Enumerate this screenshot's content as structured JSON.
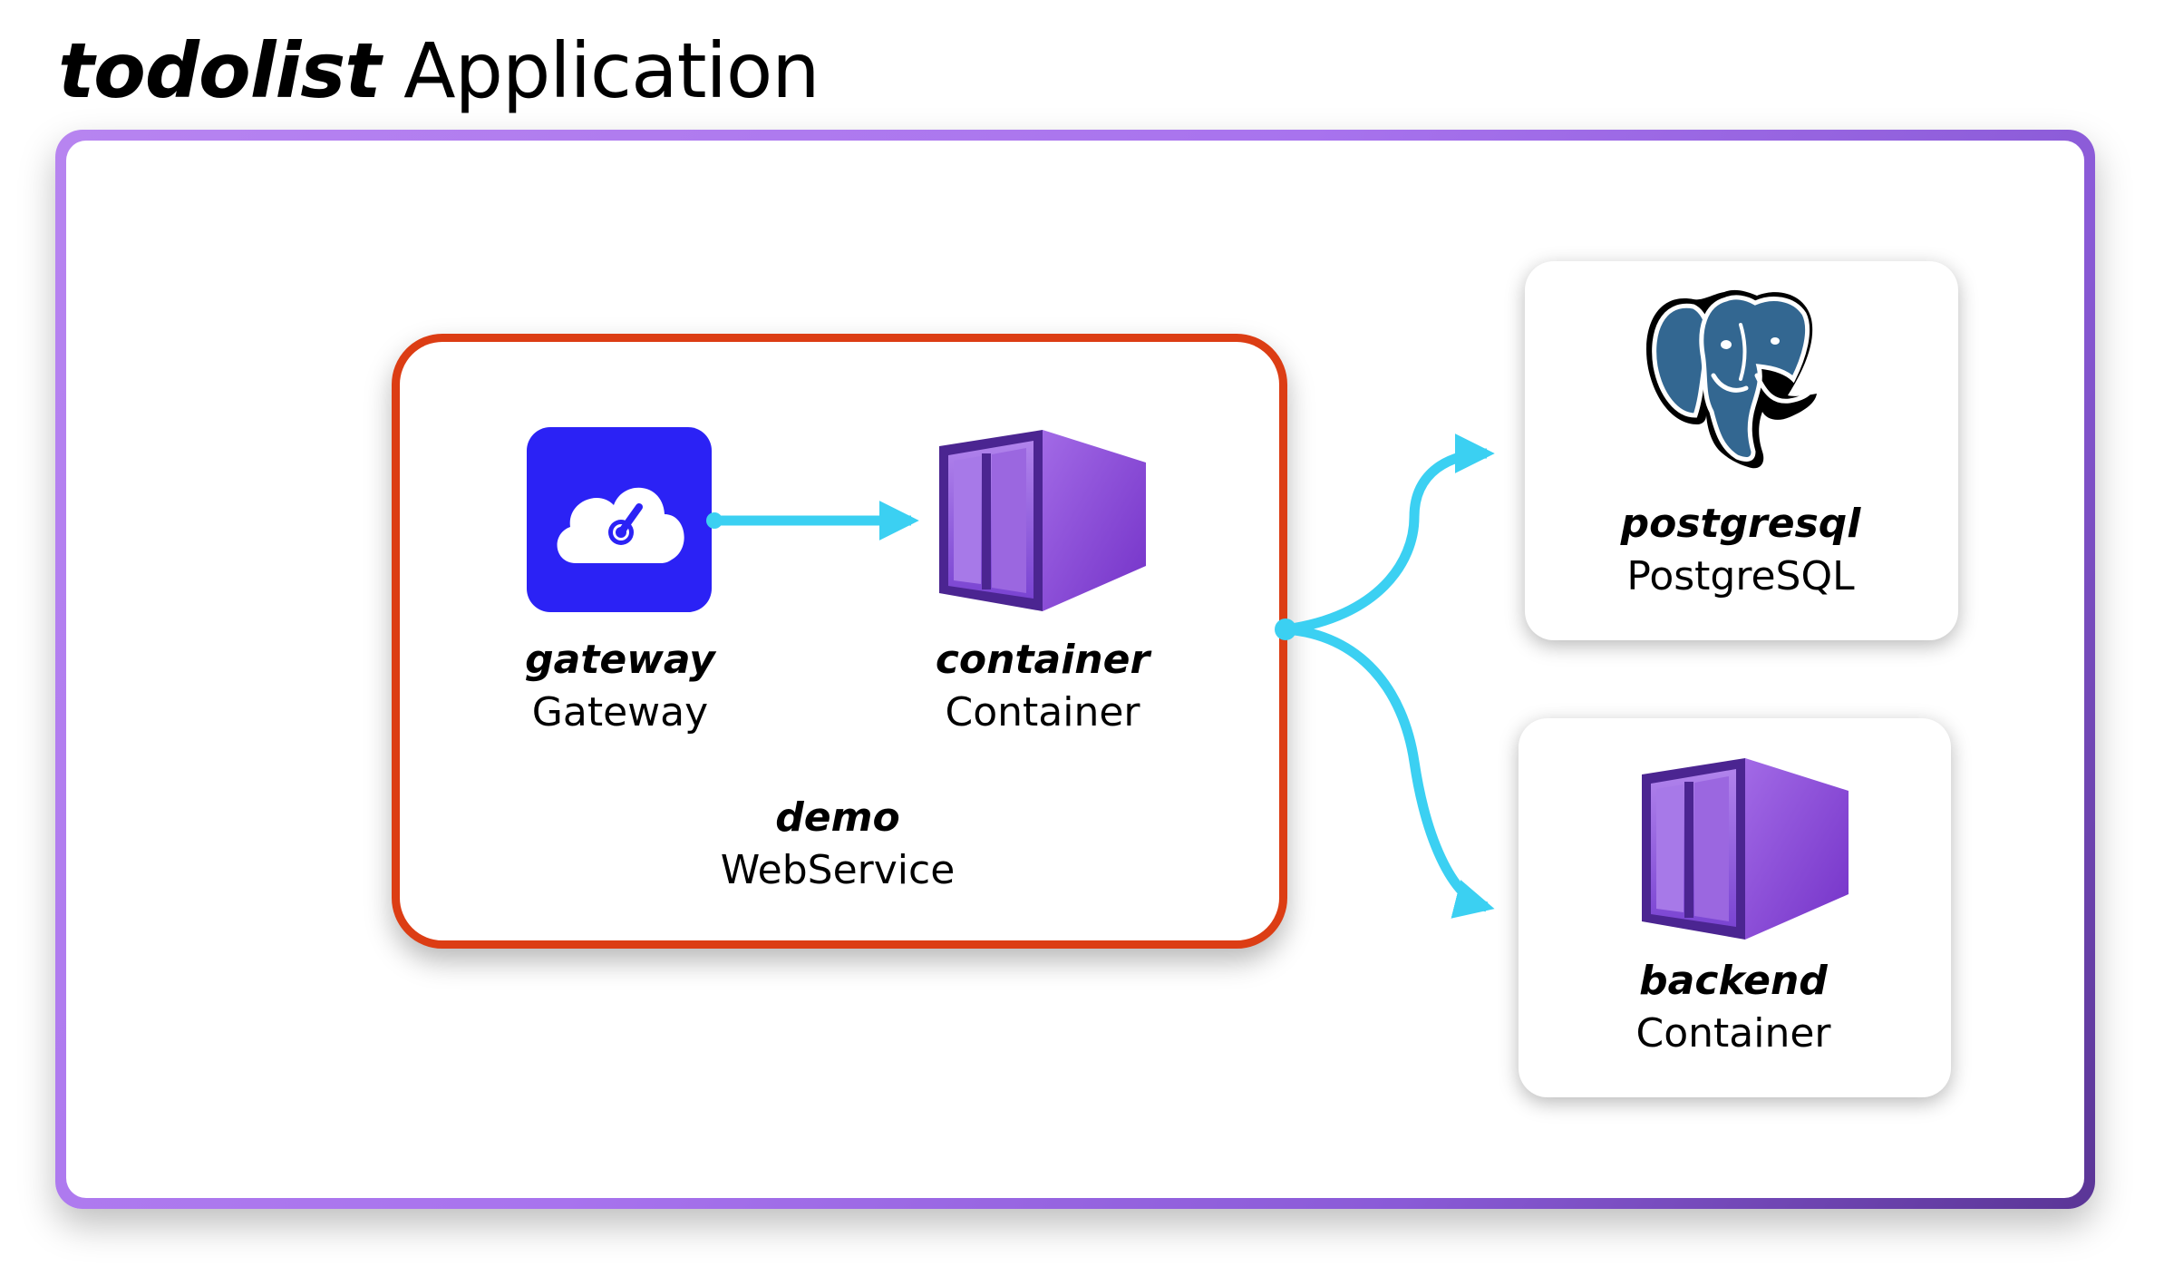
{
  "title": {
    "name": "todolist",
    "kind": "Application"
  },
  "nodes": {
    "gateway": {
      "name": "gateway",
      "type": "Gateway",
      "icon": "gateway-cloud-icon"
    },
    "container": {
      "name": "container",
      "type": "Container",
      "icon": "container-icon"
    },
    "webservice": {
      "name": "demo",
      "type": "WebService"
    },
    "postgresql": {
      "name": "postgresql",
      "type": "PostgreSQL",
      "icon": "postgresql-elephant-icon"
    },
    "backend": {
      "name": "backend",
      "type": "Container",
      "icon": "container-icon"
    }
  },
  "edges": [
    {
      "from": "gateway",
      "to": "container"
    },
    {
      "from": "demo",
      "to": "postgresql"
    },
    {
      "from": "demo",
      "to": "backend"
    }
  ],
  "colors": {
    "app_frame": "#a873ee",
    "webservice_border": "#dc3d14",
    "gateway_bg": "#2b22f5",
    "arrow": "#3bd0f2",
    "container_purple": "#7f4fd6",
    "postgres_blue": "#336791"
  }
}
